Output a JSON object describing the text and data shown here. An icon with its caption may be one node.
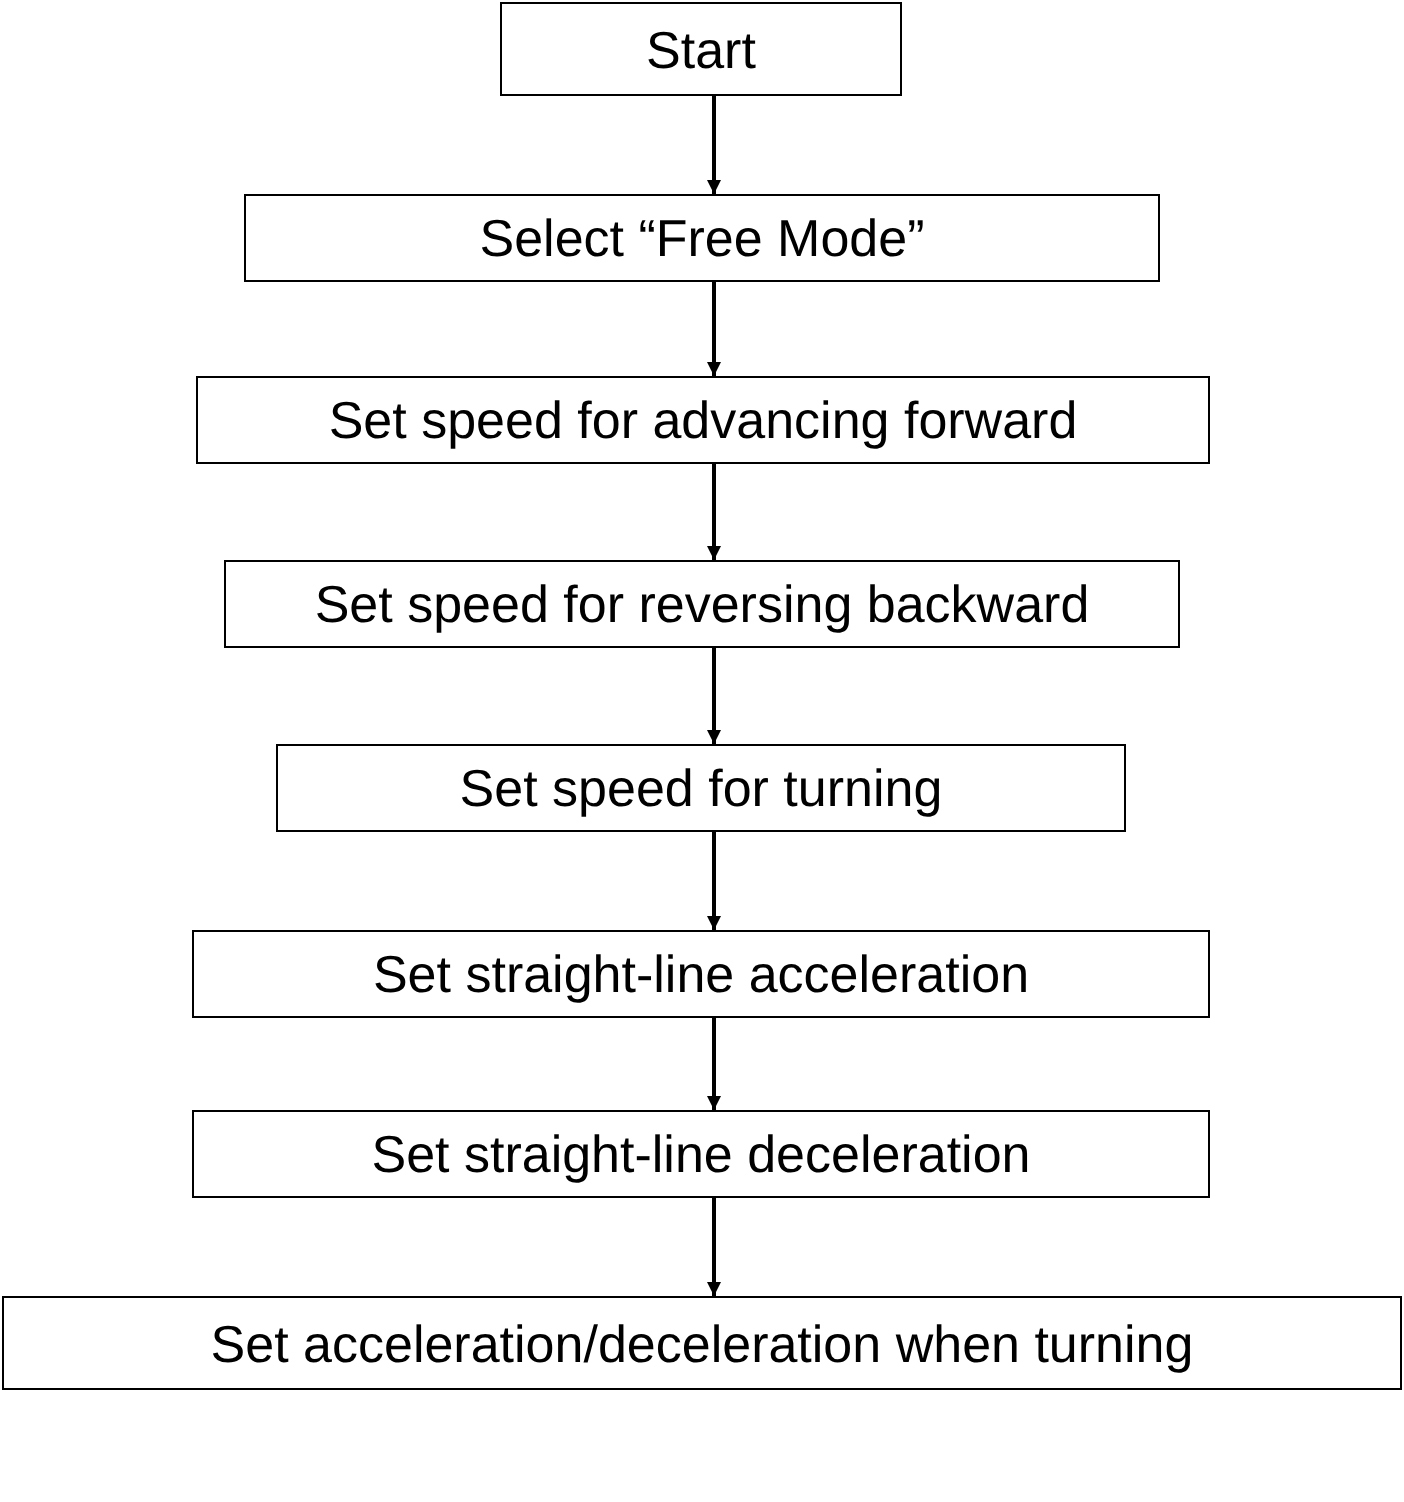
{
  "diagram": {
    "nodes": [
      {
        "text": [
          "Start"
        ]
      },
      {
        "text": [
          "Select “Free Mode”"
        ]
      },
      {
        "text": [
          "Set speed for advancing forward"
        ]
      },
      {
        "text": [
          "Set speed for reversing backward"
        ]
      },
      {
        "text": [
          "Set speed for turning"
        ]
      },
      {
        "text": [
          "Set straight-line acceleration"
        ]
      },
      {
        "text": [
          "Set straight-line deceleration"
        ]
      },
      {
        "text": [
          "Set acceleration/deceleration when turning"
        ]
      }
    ],
    "edges": [
      {
        "from": 0,
        "to": 1,
        "arrow": "to"
      },
      {
        "from": 1,
        "to": 2,
        "arrow": "to"
      },
      {
        "from": 2,
        "to": 3,
        "arrow": "to"
      },
      {
        "from": 3,
        "to": 4,
        "arrow": "to"
      },
      {
        "from": 4,
        "to": 5,
        "arrow": "to"
      },
      {
        "from": 5,
        "to": 6,
        "arrow": "to"
      },
      {
        "from": 6,
        "to": 7,
        "arrow": "to"
      }
    ]
  }
}
